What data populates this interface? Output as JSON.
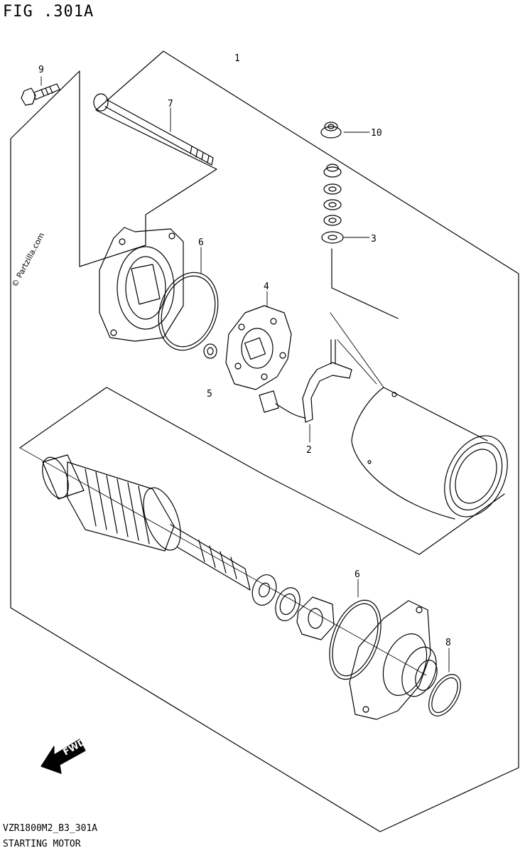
{
  "figure": {
    "title": "FIG .301A",
    "code": "VZR1800M2_B3_301A",
    "caption": "STARTING MOTOR",
    "watermark": "© Partzilla.com",
    "direction_label": "FWD"
  },
  "callouts": {
    "c1": "1",
    "c2": "2",
    "c3": "3",
    "c4": "4",
    "c5": "5",
    "c6a": "6",
    "c6b": "6",
    "c7": "7",
    "c8": "8",
    "c9": "9",
    "c10": "10"
  }
}
